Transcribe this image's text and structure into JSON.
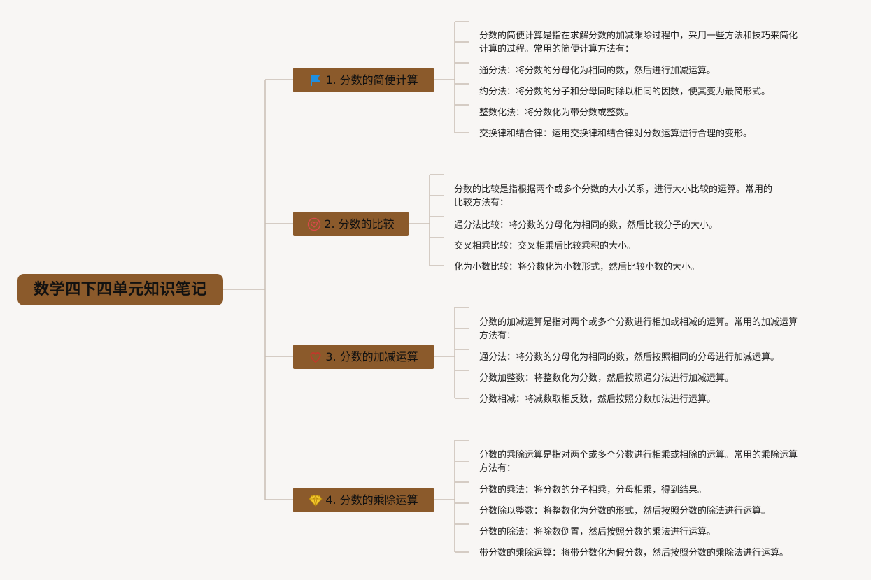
{
  "root": {
    "label": "数学四下四单元知识笔记"
  },
  "branches": [
    {
      "label": "1. 分数的简便计算",
      "icon": "flag-icon",
      "items": [
        {
          "lines": [
            "分数的简便计算是指在求解分数的加减乘除过程中，采用一些方法和技巧来简化",
            "计算的过程。常用的简便计算方法有："
          ]
        },
        {
          "lines": [
            "通分法：将分数的分母化为相同的数，然后进行加减运算。"
          ]
        },
        {
          "lines": [
            "约分法：将分数的分子和分母同时除以相同的因数，使其变为最简形式。"
          ]
        },
        {
          "lines": [
            "整数化法：将分数化为带分数或整数。"
          ]
        },
        {
          "lines": [
            "交换律和结合律：运用交换律和结合律对分数运算进行合理的变形。"
          ]
        }
      ]
    },
    {
      "label": "2. 分数的比较",
      "icon": "heart-badge-icon",
      "items": [
        {
          "lines": [
            "分数的比较是指根据两个或多个分数的大小关系，进行大小比较的运算。常用的",
            "比较方法有："
          ]
        },
        {
          "lines": [
            "通分法比较：将分数的分母化为相同的数，然后比较分子的大小。"
          ]
        },
        {
          "lines": [
            "交叉相乘比较：交叉相乘后比较乘积的大小。"
          ]
        },
        {
          "lines": [
            "化为小数比较：将分数化为小数形式，然后比较小数的大小。"
          ]
        }
      ]
    },
    {
      "label": "3. 分数的加减运算",
      "icon": "heart-icon",
      "items": [
        {
          "lines": [
            "分数的加减运算是指对两个或多个分数进行相加或相减的运算。常用的加减运算",
            "方法有："
          ]
        },
        {
          "lines": [
            "通分法：将分数的分母化为相同的数，然后按照相同的分母进行加减运算。"
          ]
        },
        {
          "lines": [
            "分数加整数：将整数化为分数，然后按照通分法进行加减运算。"
          ]
        },
        {
          "lines": [
            "分数相减：将减数取相反数，然后按照分数加法进行运算。"
          ]
        }
      ]
    },
    {
      "label": "4. 分数的乘除运算",
      "icon": "diamond-icon",
      "items": [
        {
          "lines": [
            "分数的乘除运算是指对两个或多个分数进行相乘或相除的运算。常用的乘除运算",
            "方法有："
          ]
        },
        {
          "lines": [
            "分数的乘法：将分数的分子相乘，分母相乘，得到结果。"
          ]
        },
        {
          "lines": [
            "分数除以整数：将整数化为分数的形式，然后按照分数的除法进行运算。"
          ]
        },
        {
          "lines": [
            "分数的除法：将除数倒置，然后按照分数的乘法进行运算。"
          ]
        },
        {
          "lines": [
            "带分数的乘除运算：将带分数化为假分数，然后按照分数的乘除法进行运算。"
          ]
        }
      ]
    }
  ],
  "colors": {
    "node_fill": "#8b5a2b",
    "connector": "#c9bdb4",
    "background": "#f8f6f4",
    "flag": "#1f8fe0",
    "heart_badge": "#d94a4a",
    "heart": "#c0392b",
    "diamond": "#f2c82e"
  }
}
